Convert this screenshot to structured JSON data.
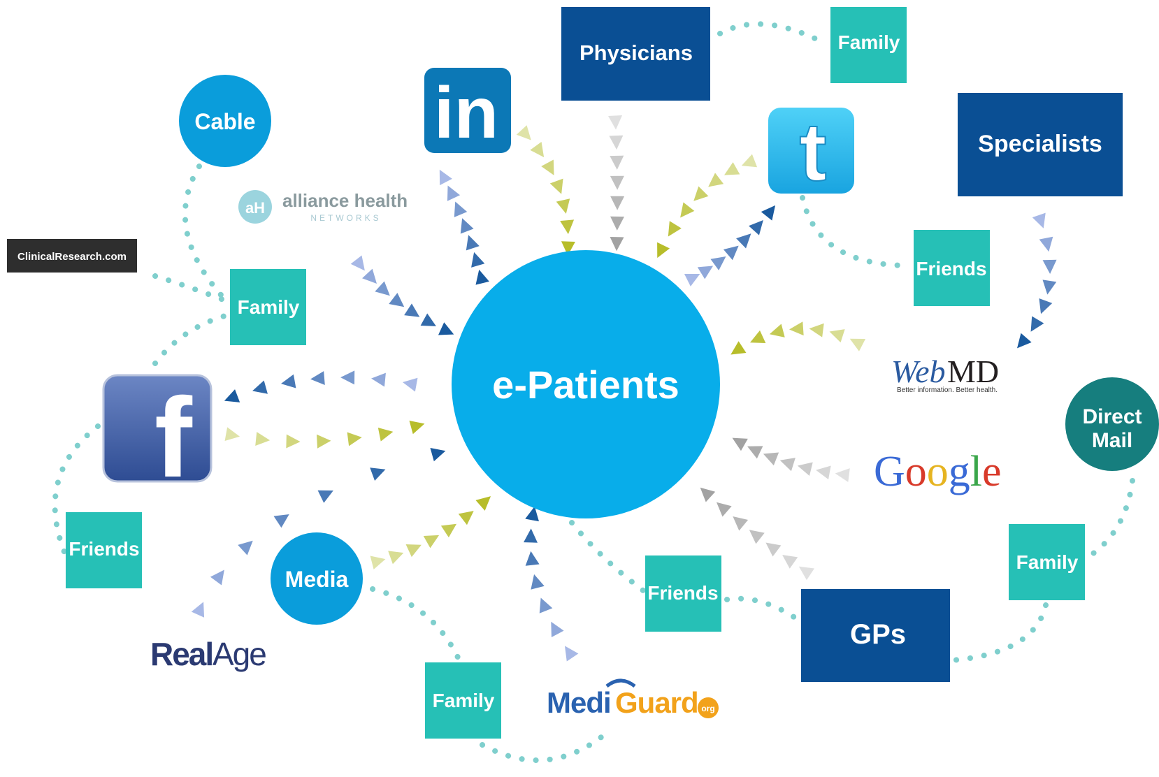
{
  "center": {
    "label": "e-Patients",
    "color": "#08adea"
  },
  "colors": {
    "navy_box": "#0a4f94",
    "teal_box": "#26c0b6",
    "blue_circle": "#0a9ddb",
    "dark_teal_circle": "#167e7e",
    "dots": "#7fcfcd",
    "arrow_navy": "#1a5a9e",
    "arrow_lavender": "#a7b8e6",
    "arrow_olive": "#b7bd2a",
    "arrow_lightolive": "#dfe3a8",
    "arrow_grey": "#a2a2a2",
    "arrow_lightgrey": "#e0e0e0"
  },
  "nodes": {
    "physicians": "Physicians",
    "specialists": "Specialists",
    "gps": "GPs",
    "cable": "Cable",
    "media": "Media",
    "direct_mail": [
      "Direct",
      "Mail"
    ],
    "family_top": "Family",
    "family_left": "Family",
    "family_bottom": "Family",
    "family_right": "Family",
    "friends_left": "Friends",
    "friends_right": "Friends",
    "friends_bottom": "Friends"
  },
  "logos": {
    "linkedin": {
      "text": "in",
      "icon": "linkedin-icon"
    },
    "twitter": {
      "text": "t",
      "icon": "twitter-icon"
    },
    "facebook": {
      "text": "f",
      "icon": "facebook-icon"
    },
    "alliance_health": {
      "badge": "aH",
      "name": "alliance health",
      "sub": "NETWORKS"
    },
    "clinical_research": "ClinicalResearch.com",
    "webmd": {
      "web": "Web",
      "md": "MD",
      "tag": "Better information. Better health."
    },
    "google": [
      "G",
      "o",
      "o",
      "g",
      "l",
      "e"
    ],
    "realage": {
      "real": "Real",
      "age": "Age"
    },
    "mediguard": {
      "medi": "Medi",
      "guard": "Guard",
      "org": "org"
    }
  }
}
